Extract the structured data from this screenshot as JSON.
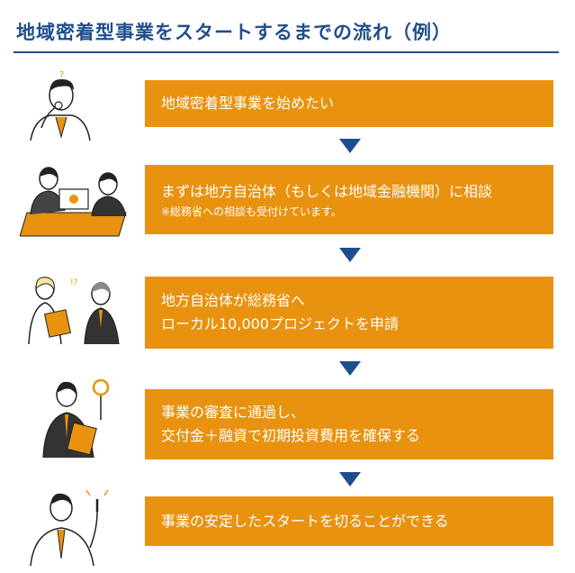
{
  "title": "地域密着型事業をスタートするまでの流れ（例）",
  "steps": [
    {
      "lines": [
        "地域密着型事業を始めたい"
      ],
      "note": "",
      "icon": "thinking-person-icon"
    },
    {
      "lines": [
        "まずは地方自治体（もしくは地域金融機関）に相談"
      ],
      "note": "※総務省への相談も受付けています。",
      "icon": "consultation-meeting-icon"
    },
    {
      "lines": [
        "地方自治体が総務省へ",
        "ローカル10,000プロジェクトを申請"
      ],
      "note": "",
      "icon": "two-people-discussing-icon"
    },
    {
      "lines": [
        "事業の審査に通過し、",
        "交付金＋融資で初期投資費用を確保する"
      ],
      "note": "",
      "icon": "approval-sign-person-icon"
    },
    {
      "lines": [
        "事業の安定したスタートを切ることができる"
      ],
      "note": "",
      "icon": "person-pointing-up-icon"
    }
  ],
  "colors": {
    "title": "#1f4e8c",
    "step_bg": "#e8920f",
    "arrow": "#1f4e8c",
    "accent": "#e8920f"
  }
}
